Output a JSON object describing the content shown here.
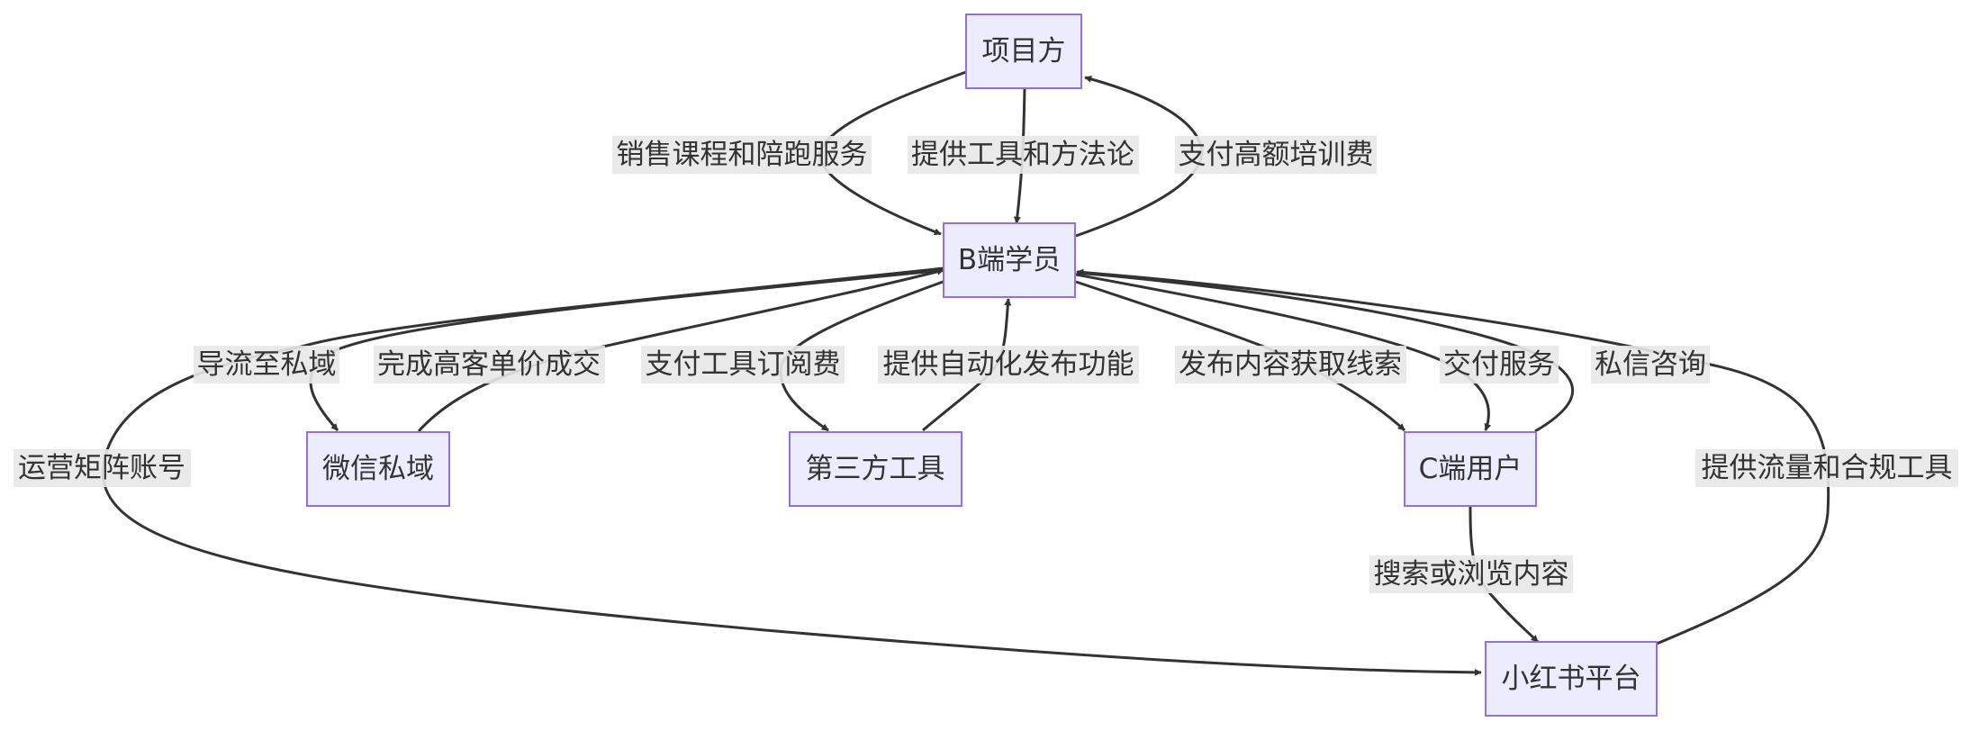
{
  "nodes": {
    "xiangmufang": "项目方",
    "bduan": "B端学员",
    "weixin": "微信私域",
    "disanfang": "第三方工具",
    "cduan": "C端用户",
    "xiaohongshu": "小红书平台"
  },
  "edges": {
    "xiaoshou": "销售课程和陪跑服务",
    "tigong_gongju": "提供工具和方法论",
    "zhifu_peixun": "支付高额培训费",
    "daoliu": "导流至私域",
    "chengjiao": "完成高客单价成交",
    "zhifu_dingyue": "支付工具订阅费",
    "zidonghua": "提供自动化发布功能",
    "fabu": "发布内容获取线索",
    "jiaofu": "交付服务",
    "sixin": "私信咨询",
    "yunying": "运营矩阵账号",
    "liuliang": "提供流量和合规工具",
    "sousuo": "搜索或浏览内容"
  }
}
